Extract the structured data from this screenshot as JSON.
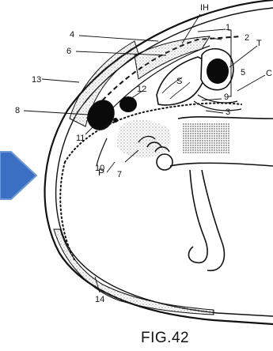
{
  "labels": {
    "l1": "1",
    "l2": "2",
    "l3": "3",
    "l4": "4",
    "l5": "5",
    "l6": "6",
    "l7": "7",
    "l8": "8",
    "l9": "9",
    "l10": "10",
    "l11": "11",
    "l12": "12",
    "l13": "13",
    "l14": "14",
    "lIH": "IH",
    "lT": "T",
    "lS": "S",
    "lP": "P",
    "lC": "C"
  },
  "caption": "FIG.42",
  "colors": {
    "arrow": "#3b6fc4",
    "arrow_edge": "#6f9ad8",
    "ink": "#111111",
    "stipple": "#8a8a8a"
  }
}
